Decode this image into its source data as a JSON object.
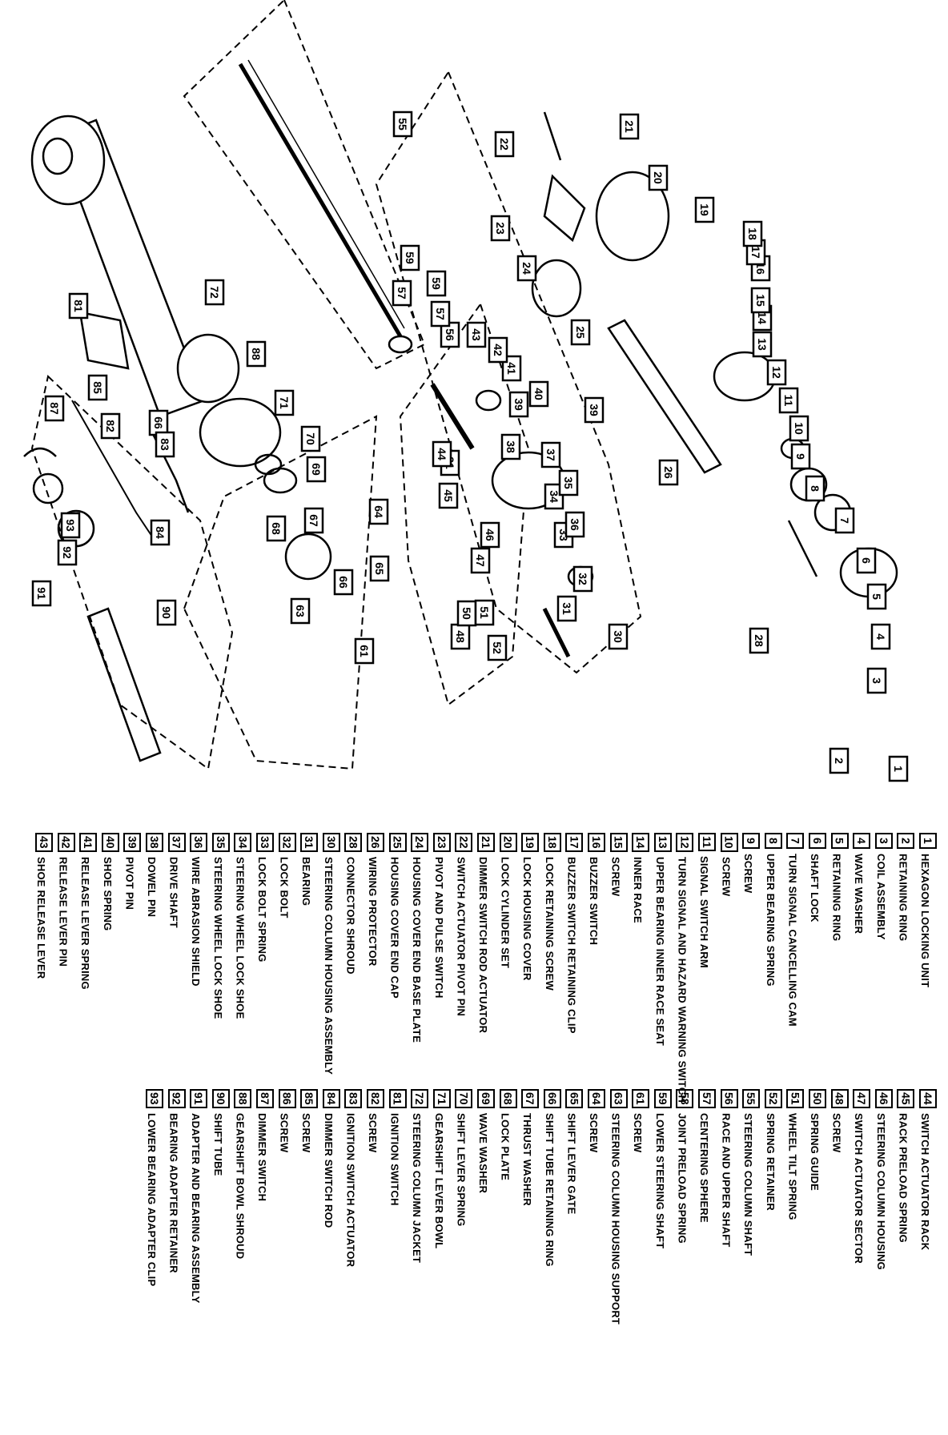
{
  "callouts": [
    "1",
    "2",
    "3",
    "4",
    "5",
    "6",
    "7",
    "8",
    "9",
    "10",
    "11",
    "12",
    "13",
    "14",
    "15",
    "16",
    "17",
    "18",
    "19",
    "20",
    "21",
    "22",
    "23",
    "24",
    "25",
    "26",
    "28",
    "30",
    "31",
    "31",
    "32",
    "33",
    "34",
    "35",
    "36",
    "37",
    "38",
    "39",
    "39",
    "40",
    "41",
    "42",
    "43",
    "44",
    "45",
    "46",
    "47",
    "48",
    "50",
    "51",
    "52",
    "55",
    "56",
    "57",
    "57",
    "59",
    "59",
    "61",
    "63",
    "64",
    "65",
    "66",
    "66",
    "67",
    "68",
    "69",
    "70",
    "71",
    "72",
    "81",
    "82",
    "83",
    "84",
    "85",
    "87",
    "88",
    "90",
    "91",
    "92",
    "93"
  ],
  "legend": [
    {
      "num": "1",
      "label": "HEXAGON LOCKING UNIT"
    },
    {
      "num": "2",
      "label": "RETAINING RING"
    },
    {
      "num": "3",
      "label": "COIL ASSEMBLY"
    },
    {
      "num": "4",
      "label": "WAVE WASHER"
    },
    {
      "num": "5",
      "label": "RETAINING RING"
    },
    {
      "num": "6",
      "label": "SHAFT LOCK"
    },
    {
      "num": "7",
      "label": "TURN SIGNAL CANCELLING CAM"
    },
    {
      "num": "8",
      "label": "UPPER BEARING SPRING"
    },
    {
      "num": "9",
      "label": "SCREW"
    },
    {
      "num": "10",
      "label": "SCREW"
    },
    {
      "num": "11",
      "label": "SIGNAL SWITCH ARM"
    },
    {
      "num": "12",
      "label": "TURN SIGNAL AND HAZARD WARNING SWITCH"
    },
    {
      "num": "13",
      "label": "UPPER BEARING INNER RACE SEAT"
    },
    {
      "num": "14",
      "label": "INNER RACE"
    },
    {
      "num": "15",
      "label": "SCREW"
    },
    {
      "num": "16",
      "label": "BUZZER SWITCH"
    },
    {
      "num": "17",
      "label": "BUZZER SWITCH RETAINING CLIP"
    },
    {
      "num": "18",
      "label": "LOCK RETAINING SCREW"
    },
    {
      "num": "19",
      "label": "LOCK HOUSING COVER"
    },
    {
      "num": "20",
      "label": "LOCK CYLINDER SET"
    },
    {
      "num": "21",
      "label": "DIMMER SWITCH ROD ACTUATOR"
    },
    {
      "num": "22",
      "label": "SWITCH ACTUATOR PIVOT PIN"
    },
    {
      "num": "23",
      "label": "PIVOT AND PULSE SWITCH"
    },
    {
      "num": "24",
      "label": "HOUSING COVER END BASE PLATE"
    },
    {
      "num": "25",
      "label": "HOUSING COVER END CAP"
    },
    {
      "num": "26",
      "label": "WIRING PROTECTOR"
    },
    {
      "num": "28",
      "label": "CONNECTOR SHROUD"
    },
    {
      "num": "30",
      "label": "STEERING COLUMN HOUSING ASSEMBLY"
    },
    {
      "num": "31",
      "label": "BEARING"
    },
    {
      "num": "32",
      "label": "LOCK BOLT"
    },
    {
      "num": "33",
      "label": "LOCK BOLT SPRING"
    },
    {
      "num": "34",
      "label": "STEERING WHEEL LOCK SHOE"
    },
    {
      "num": "35",
      "label": "STEERING WHEEL LOCK SHOE"
    },
    {
      "num": "36",
      "label": "WIRE ABRASION SHIELD"
    },
    {
      "num": "37",
      "label": "DRIVE SHAFT"
    },
    {
      "num": "38",
      "label": "DOWEL PIN"
    },
    {
      "num": "39",
      "label": "PIVOT PIN"
    },
    {
      "num": "40",
      "label": "SHOE SPRING"
    },
    {
      "num": "41",
      "label": "RELEASE LEVER SPRING"
    },
    {
      "num": "42",
      "label": "RELEASE LEVER PIN"
    },
    {
      "num": "43",
      "label": "SHOE RELEASE LEVER"
    },
    {
      "num": "44",
      "label": "SWITCH ACTUATOR RACK"
    },
    {
      "num": "45",
      "label": "RACK PRELOAD SPRING"
    },
    {
      "num": "46",
      "label": "STEERING COLUMN HOUSING"
    },
    {
      "num": "47",
      "label": "SWITCH ACTUATOR SECTOR"
    },
    {
      "num": "48",
      "label": "SCREW"
    },
    {
      "num": "50",
      "label": "SPRING GUIDE"
    },
    {
      "num": "51",
      "label": "WHEEL TILT SPRING"
    },
    {
      "num": "52",
      "label": "SPRING RETAINER"
    },
    {
      "num": "55",
      "label": "STEERING COLUMN SHAFT"
    },
    {
      "num": "56",
      "label": "RACE AND UPPER SHAFT"
    },
    {
      "num": "57",
      "label": "CENTERING SPHERE"
    },
    {
      "num": "58",
      "label": "JOINT PRELOAD SPRING"
    },
    {
      "num": "59",
      "label": "LOWER STEERING SHAFT"
    },
    {
      "num": "61",
      "label": "SCREW"
    },
    {
      "num": "63",
      "label": "STEERING COLUMN HOUSING SUPPORT"
    },
    {
      "num": "64",
      "label": "SCREW"
    },
    {
      "num": "65",
      "label": "SHIFT LEVER GATE"
    },
    {
      "num": "66",
      "label": "SHIFT TUBE RETAINING RING"
    },
    {
      "num": "67",
      "label": "THRUST WASHER"
    },
    {
      "num": "68",
      "label": "LOCK PLATE"
    },
    {
      "num": "69",
      "label": "WAVE WASHER"
    },
    {
      "num": "70",
      "label": "SHIFT LEVER SPRING"
    },
    {
      "num": "71",
      "label": "GEARSHIFT LEVER BOWL"
    },
    {
      "num": "72",
      "label": "STEERING COLUMN JACKET"
    },
    {
      "num": "81",
      "label": "IGNITION SWITCH"
    },
    {
      "num": "82",
      "label": "SCREW"
    },
    {
      "num": "83",
      "label": "IGNITION SWITCH ACTUATOR"
    },
    {
      "num": "84",
      "label": "DIMMER SWITCH ROD"
    },
    {
      "num": "85",
      "label": "SCREW"
    },
    {
      "num": "86",
      "label": "SCREW"
    },
    {
      "num": "87",
      "label": "DIMMER SWITCH"
    },
    {
      "num": "88",
      "label": "GEARSHIFT BOWL SHROUD"
    },
    {
      "num": "90",
      "label": "SHIFT TUBE"
    },
    {
      "num": "91",
      "label": "ADAPTER AND BEARING ASSEMBLY"
    },
    {
      "num": "92",
      "label": "BEARING ADAPTER RETAINER"
    },
    {
      "num": "93",
      "label": "LOWER BEARING ADAPTER CLIP"
    }
  ]
}
